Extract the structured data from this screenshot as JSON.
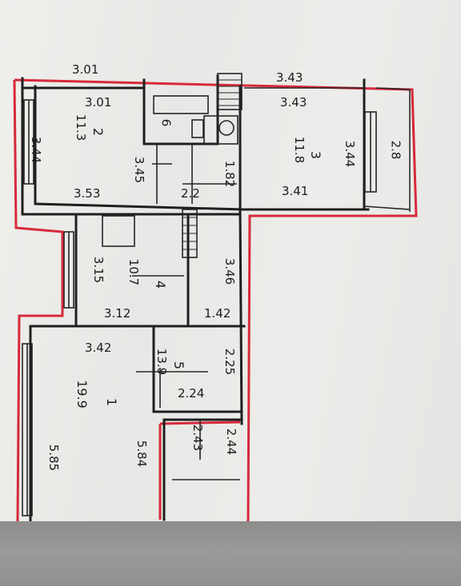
{
  "floor_plan": {
    "dimensions_top": [
      "3.01",
      "3.43",
      "3.43"
    ],
    "rooms": [
      {
        "id": "room-2",
        "number": "2",
        "area": "11.3",
        "w": "3.01",
        "h": "3.44",
        "h2": "3.45",
        "w2": "3.53"
      },
      {
        "id": "room-3",
        "number": "3",
        "area": "11.8",
        "w": "3.43",
        "h": "3.44",
        "w2": "3.41"
      },
      {
        "id": "room-4",
        "number": "4",
        "area": "10.7",
        "w": "3.15",
        "w2": "3.12"
      },
      {
        "id": "room-1",
        "number": "1",
        "area": "19.9",
        "w": "3.42",
        "h": "5.85",
        "h2": "5.84"
      },
      {
        "id": "room-5",
        "number": "5",
        "area": "13.9",
        "w": "2.25",
        "w2": "2.24"
      },
      {
        "id": "room-6",
        "number": "6"
      }
    ],
    "dimensions_misc": {
      "hall_width": "2.2",
      "corridor": "1.82",
      "corridor_len": "3.46",
      "corridor_w": "1.42",
      "balcony": "2.8",
      "lower_a": "2.43",
      "lower_b": "2.44"
    },
    "colors": {
      "outline": "#d62a3a",
      "walls": "#1f1f1f",
      "paper": "#eeeeec"
    }
  }
}
